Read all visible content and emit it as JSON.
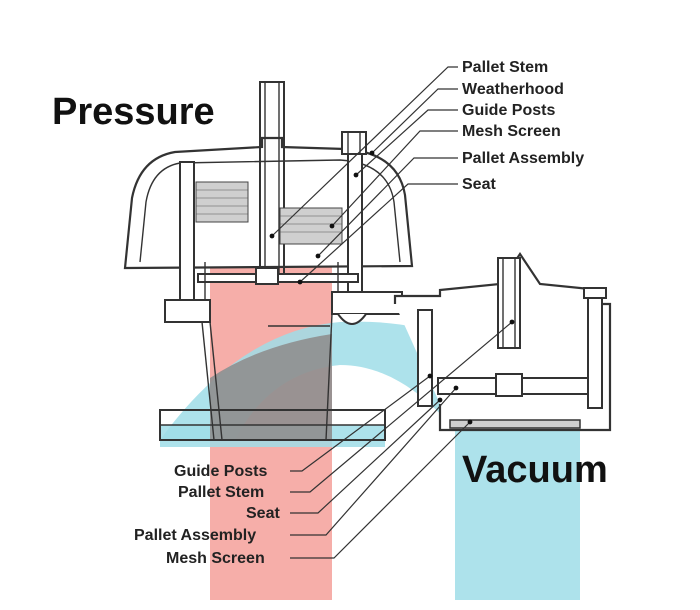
{
  "headings": {
    "pressure": "Pressure",
    "vacuum": "Vacuum"
  },
  "callouts_top": [
    "Pallet Stem",
    "Weatherhood",
    "Guide Posts",
    "Mesh Screen",
    "Pallet Assembly",
    "Seat"
  ],
  "callouts_bottom": [
    "Guide Posts",
    "Pallet Stem",
    "Seat",
    "Pallet Assembly",
    "Mesh Screen"
  ],
  "colors": {
    "pressure_flow": "#f4a09a",
    "vacuum_flow": "#9fdde8",
    "overlap": "#8f8f8f",
    "line": "#333333"
  }
}
